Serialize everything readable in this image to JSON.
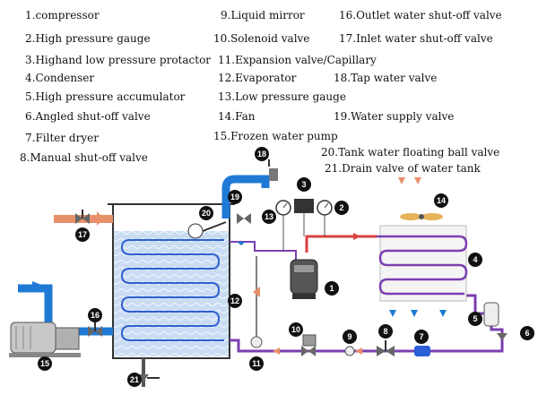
{
  "legend": [
    {
      "id": "1",
      "text": "1.compressor"
    },
    {
      "id": "2",
      "text": "2.High pressure gauge"
    },
    {
      "id": "3",
      "text": "3.Highand low pressure protactor"
    },
    {
      "id": "4",
      "text": "4.Condenser"
    },
    {
      "id": "5",
      "text": "5.High pressure accumulator"
    },
    {
      "id": "6",
      "text": "6.Angled shut-off valve"
    },
    {
      "id": "7",
      "text": "7.Filter dryer"
    },
    {
      "id": "8",
      "text": "8.Manual shut-off valve"
    },
    {
      "id": "9",
      "text": "9.Liquid mirror"
    },
    {
      "id": "10",
      "text": "10.Solenoid valve"
    },
    {
      "id": "11",
      "text": "11.Expansion valve/Capillary"
    },
    {
      "id": "12",
      "text": "12.Evaporator"
    },
    {
      "id": "13",
      "text": "13.Low pressure gauge"
    },
    {
      "id": "14",
      "text": "14.Fan"
    },
    {
      "id": "15",
      "text": "15.Frozen water pump"
    },
    {
      "id": "16",
      "text": "16.Outlet water shut-off valve"
    },
    {
      "id": "17",
      "text": "17.Inlet water shut-off valve"
    },
    {
      "id": "18",
      "text": "18.Tap water valve"
    },
    {
      "id": "19",
      "text": "19.Water supply valve"
    },
    {
      "id": "20",
      "text": "20.Tank water floating ball valve"
    },
    {
      "id": "21",
      "text": "21.Drain valve of water tank"
    }
  ],
  "markers": [
    {
      "id": "1",
      "label": "1"
    },
    {
      "id": "2",
      "label": "2"
    },
    {
      "id": "3",
      "label": "3"
    },
    {
      "id": "4",
      "label": "4"
    },
    {
      "id": "5",
      "label": "5"
    },
    {
      "id": "6",
      "label": "6"
    },
    {
      "id": "7",
      "label": "7"
    },
    {
      "id": "8",
      "label": "8"
    },
    {
      "id": "9",
      "label": "9"
    },
    {
      "id": "10",
      "label": "10"
    },
    {
      "id": "11",
      "label": "11"
    },
    {
      "id": "12",
      "label": "12"
    },
    {
      "id": "13",
      "label": "13"
    },
    {
      "id": "14",
      "label": "14"
    },
    {
      "id": "15",
      "label": "15"
    },
    {
      "id": "16",
      "label": "16"
    },
    {
      "id": "17",
      "label": "17"
    },
    {
      "id": "18",
      "label": "18"
    },
    {
      "id": "19",
      "label": "19"
    },
    {
      "id": "20",
      "label": "20"
    },
    {
      "id": "21",
      "label": "21"
    }
  ],
  "colors": {
    "refrigerant_hot": "#d94040",
    "refrigerant_cold": "#7b3fb0",
    "water_pipe": "#1f7ad6",
    "inlet_pipe": "#e8906a",
    "tank_water": "#c9dcf3",
    "marker_fill": "#111111",
    "coil": "#2f5fd0"
  }
}
